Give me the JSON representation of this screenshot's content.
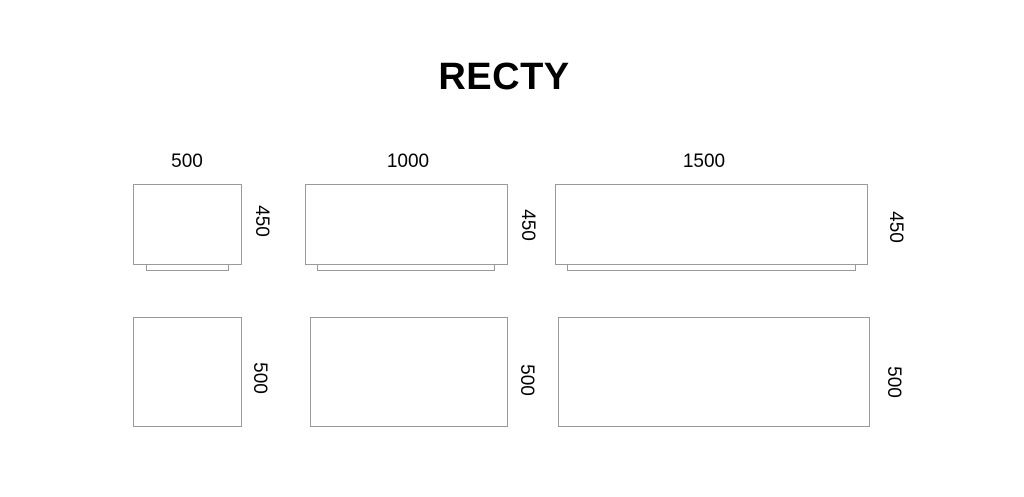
{
  "title": "RECTY",
  "widths": [
    "500",
    "1000",
    "1500"
  ],
  "row_top": {
    "heights": [
      "450",
      "450",
      "450"
    ]
  },
  "row_bottom": {
    "heights": [
      "500",
      "500",
      "500"
    ]
  },
  "colors": {
    "line": "#9a9a9a",
    "text": "#000000"
  }
}
